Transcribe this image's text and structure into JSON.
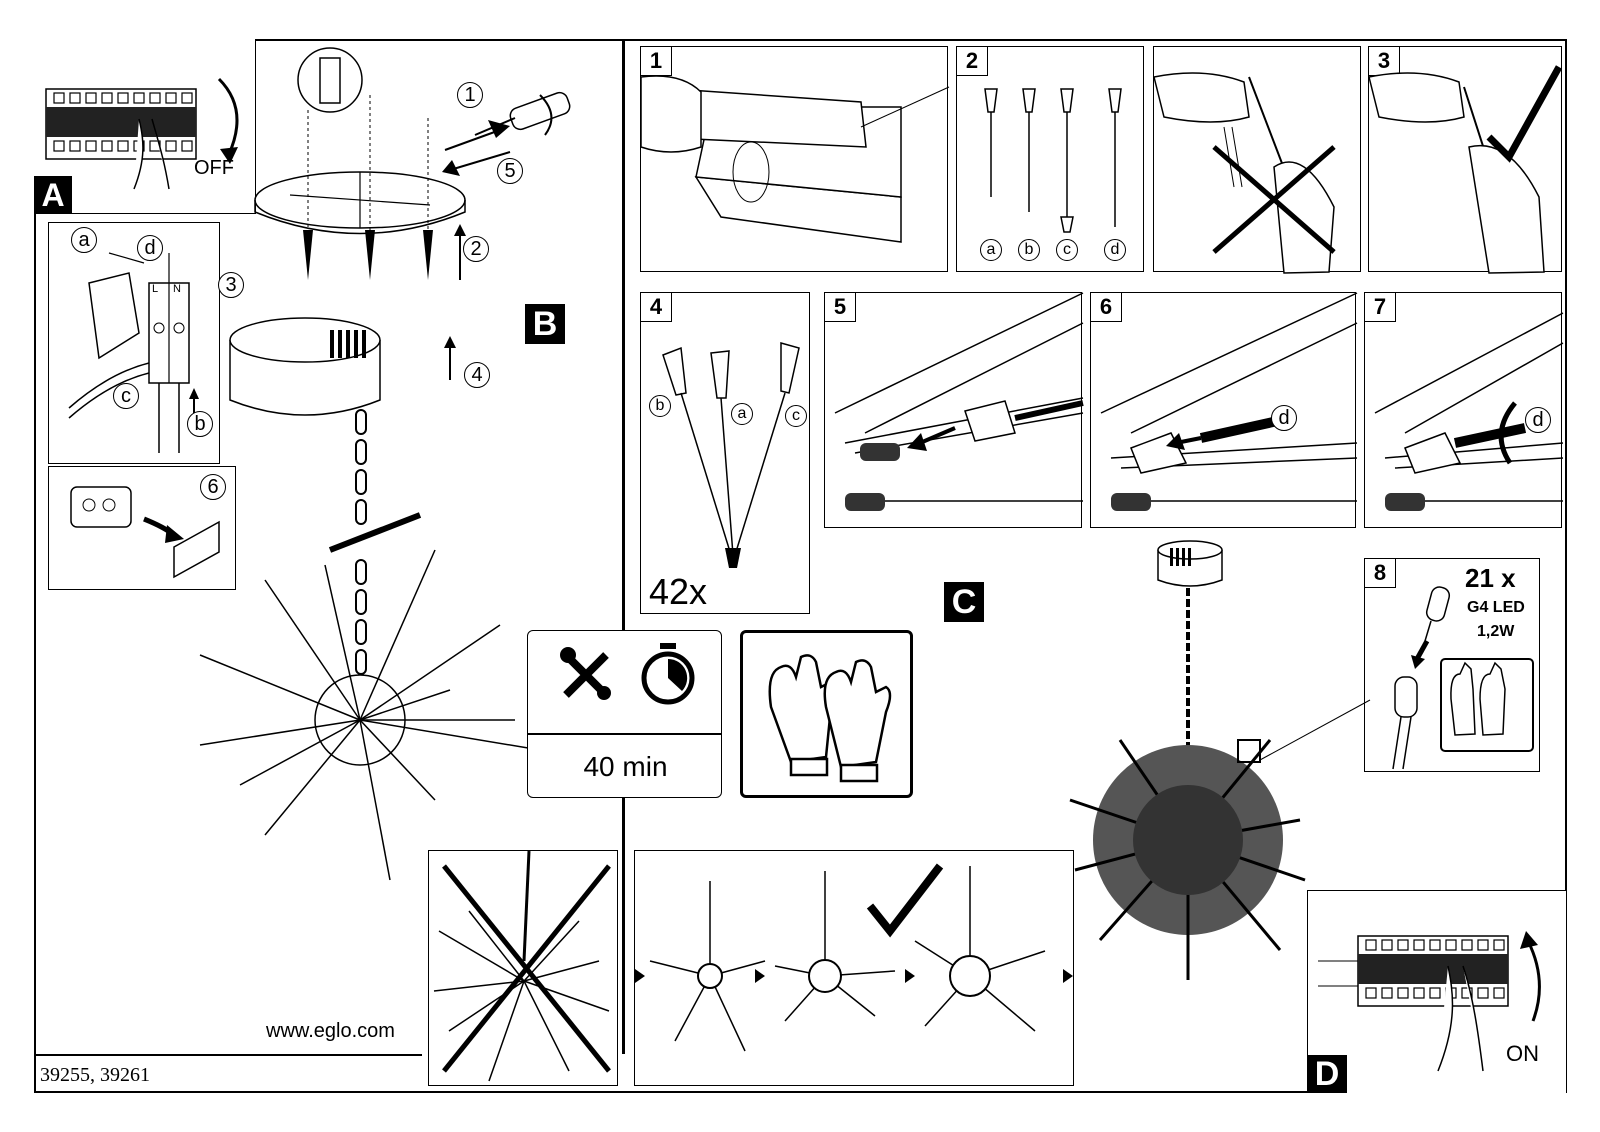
{
  "sections": {
    "a": {
      "badge": "A",
      "switch_label": "OFF"
    },
    "b": {
      "badge": "B",
      "markers": [
        "1",
        "2",
        "3",
        "4",
        "5",
        "6"
      ],
      "wire_labels": [
        "a",
        "b",
        "c",
        "d"
      ],
      "terminal_letters": [
        "L",
        "N"
      ]
    },
    "c": {
      "badge": "C"
    },
    "d": {
      "badge": "D",
      "switch_label": "ON"
    }
  },
  "steps": {
    "s1": "1",
    "s2": {
      "num": "2",
      "parts": [
        "a",
        "b",
        "c",
        "d"
      ]
    },
    "s3": "3",
    "s4": {
      "num": "4",
      "count": "42x",
      "parts": [
        "b",
        "a",
        "c"
      ]
    },
    "s5": "5",
    "s6": {
      "num": "6",
      "part": "d"
    },
    "s7": {
      "num": "7",
      "part": "d"
    },
    "s8": {
      "num": "8",
      "count": "21 x",
      "bulb_type": "G4 LED",
      "wattage": "1,2W"
    }
  },
  "info": {
    "time": "40 min",
    "icons": [
      "tools-icon",
      "stopwatch-icon",
      "gloves-icon"
    ]
  },
  "footer": {
    "website": "www.eglo.com",
    "model_numbers": "39255, 39261"
  }
}
